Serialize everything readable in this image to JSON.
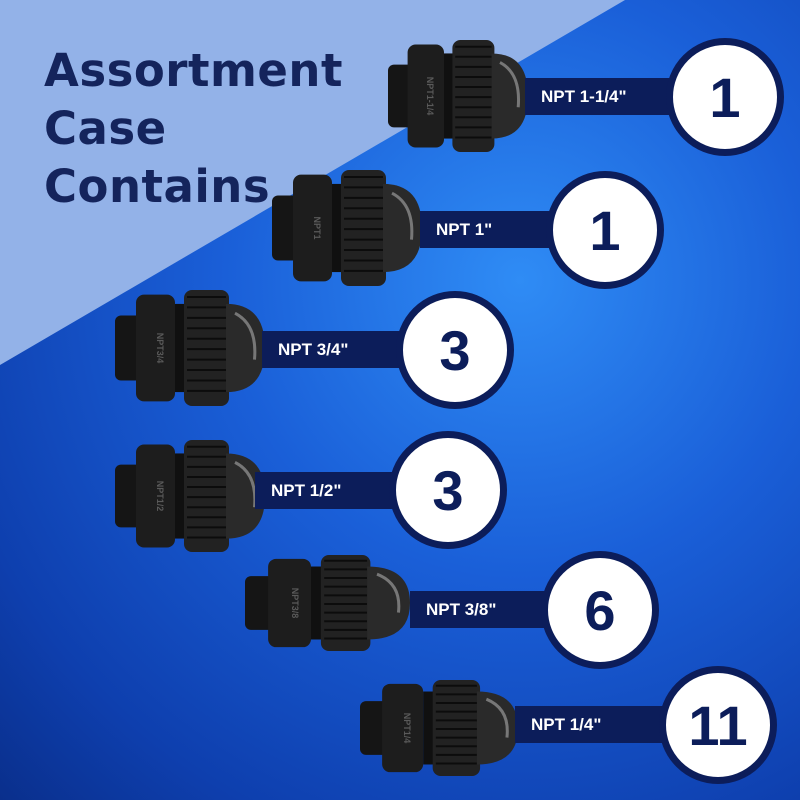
{
  "title_lines": [
    "Assortment",
    "Case",
    "Contains"
  ],
  "items": [
    {
      "size": "NPT 1-1/4\"",
      "qty": "1",
      "marking": "NPT1-1/4"
    },
    {
      "size": "NPT 1\"",
      "qty": "1",
      "marking": "NPT1"
    },
    {
      "size": "NPT 3/4\"",
      "qty": "3",
      "marking": "NPT3/4"
    },
    {
      "size": "NPT 1/2\"",
      "qty": "3",
      "marking": "NPT1/2"
    },
    {
      "size": "NPT 3/8\"",
      "qty": "6",
      "marking": "NPT3/8"
    },
    {
      "size": "NPT 1/4\"",
      "qty": "11",
      "marking": "NPT1/4"
    }
  ],
  "colors": {
    "navy": "#0c1d5a",
    "light": "#93b2e8",
    "blue": "#1a5fd8"
  }
}
